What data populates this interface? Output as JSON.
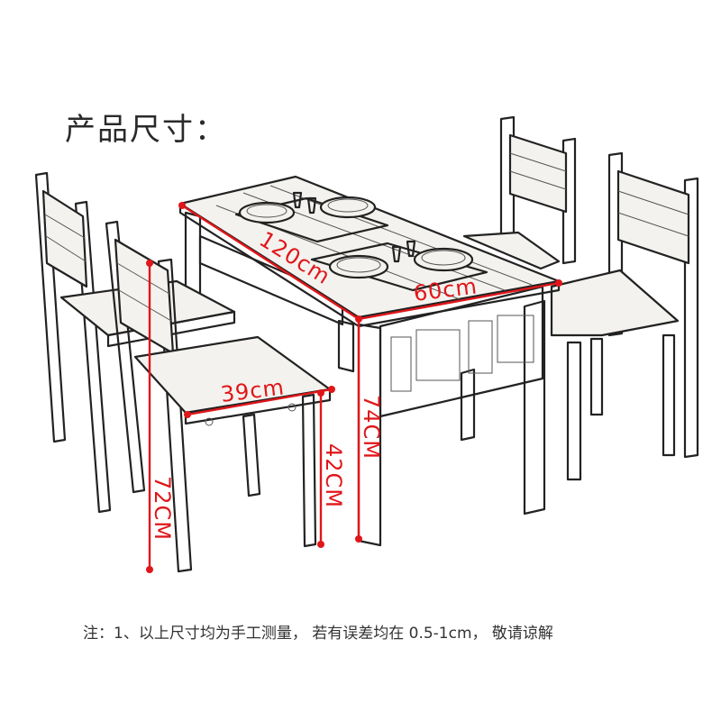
{
  "title": "产品尺寸：",
  "note": "注：1、以上尺寸均为手工测量， 若有误差均在 0.5-1cm， 敬请谅解",
  "dimensions": {
    "table_length": "120cm",
    "table_width": "60cm",
    "table_height": "74CM",
    "seat_width": "39cm",
    "seat_height": "42CM",
    "chair_height": "72CM"
  },
  "colors": {
    "dimension": "#e0161a",
    "outline": "#222222"
  }
}
